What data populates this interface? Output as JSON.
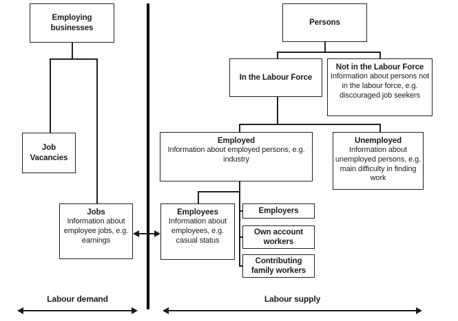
{
  "diagram": {
    "colors": {
      "line": "#1f1f1f",
      "divider": "#000000",
      "text": "#1a1a1a",
      "background": "#ffffff"
    },
    "sections": {
      "demand": {
        "label": "Labour demand"
      },
      "supply": {
        "label": "Labour supply"
      }
    },
    "boxes": {
      "employing_businesses": {
        "title": "Employing businesses"
      },
      "job_vacancies": {
        "title": "Job Vacancies"
      },
      "jobs": {
        "title": "Jobs",
        "body": "Information about employee jobs, e.g. earnings"
      },
      "persons": {
        "title": "Persons"
      },
      "in_labour_force": {
        "title": "In the Labour Force"
      },
      "not_in_labour_force": {
        "title": "Not in the Labour Force",
        "body": "Information about persons not in the labour force, e.g. discouraged job seekers"
      },
      "employed": {
        "title": "Employed",
        "body": "Information about employed persons, e.g. industry"
      },
      "unemployed": {
        "title": "Unemployed",
        "body": "Information about unemployed persons, e.g. main difficulty in finding work"
      },
      "employees": {
        "title": "Employees",
        "body": "Information about employees, e.g. casual status"
      },
      "employers": {
        "title": "Employers"
      },
      "own_account_workers": {
        "title": "Own account workers"
      },
      "contributing_family_workers": {
        "title": "Contributing family workers"
      }
    }
  }
}
